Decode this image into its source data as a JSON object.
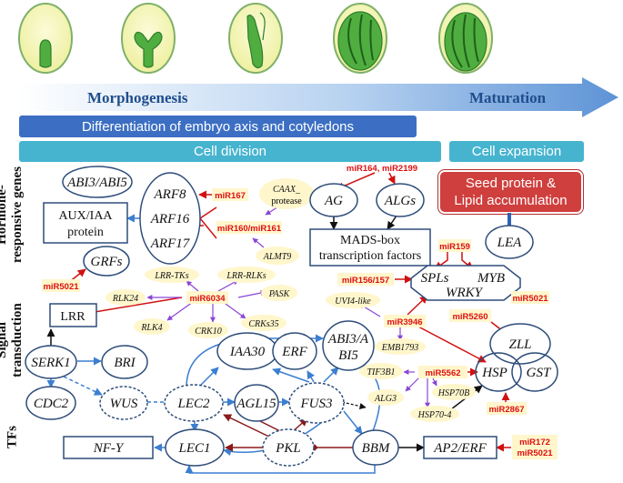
{
  "stages": {
    "morphogenesis": "Morphogenesis",
    "maturation": "Maturation"
  },
  "bars": {
    "differentiation": "Differentiation of embryo axis and cotyledons",
    "cell_division": "Cell division",
    "cell_expansion": "Cell expansion",
    "seed_protein_line1": "Seed protein &",
    "seed_protein_line2": "Lipid accumulation"
  },
  "sections": {
    "hormone_line1": "Hormone-",
    "hormone_line2": "responsive genes",
    "signal_line1": "Signal",
    "signal_line2": "transduction",
    "tfs": "TFs"
  },
  "nodes": {
    "abi3_abi5": "ABI3/ABI5",
    "aux_iaa_line1": "AUX/IAA",
    "aux_iaa_line2": "protein",
    "arf8": "ARF8",
    "arf16": "ARF16",
    "arf17": "ARF17",
    "caax_line1": "CAAX_",
    "caax_line2": "protease",
    "almt9": "ALMT9",
    "ag": "AG",
    "algs": "ALGs",
    "mads_line1": "MADS-box",
    "mads_line2": "transcription factors",
    "lea": "LEA",
    "grfs": "GRFs",
    "lrr": "LRR",
    "lrr_tks": "LRR-TKs",
    "lrr_rlks": "LRR-RLKs",
    "rlk24": "RLK24",
    "pask": "PASK",
    "rlk4": "RLK4",
    "crk10": "CRK10",
    "crks35": "CRKs35",
    "spls": "SPLs",
    "myb": "MYB",
    "wrky": "WRKY",
    "uvi4": "UVI4-like",
    "emb1793": "EMB1793",
    "zll": "ZLL",
    "hsp": "HSP",
    "gst": "GST",
    "tif3b1": "TIF3B1",
    "hsp70b": "HSP70B",
    "alg3": "ALG3",
    "hsp70_4": "HSP70-4",
    "serk1": "SERK1",
    "bri": "BRI",
    "iaa30": "IAA30",
    "erf": "ERF",
    "abi3_bi5_line1": "ABI3/A",
    "abi3_bi5_line2": "BI5",
    "cdc2": "CDC2",
    "wus": "WUS",
    "lec2": "LEC2",
    "agl15": "AGL15",
    "fus3": "FUS3",
    "nfy": "NF-Y",
    "lec1": "LEC1",
    "pkl": "PKL",
    "bbm": "BBM",
    "ap2erf": "AP2/ERF"
  },
  "mirnas": {
    "mir167": "miR167",
    "mir160_161": "miR160/miR161",
    "mir164_2199": "miR164, miR2199",
    "mir159": "miR159",
    "mir156_157": "miR156/157",
    "mir5021_a": "miR5021",
    "mir5021_b": "miR5021",
    "mir6034": "miR6034",
    "mir3946": "miR3946",
    "mir5260": "miR5260",
    "mir5562": "miR5562",
    "mir2867": "miR2867",
    "mir172": "miR172",
    "mir5021_c": "miR5021"
  },
  "colors": {
    "arrow_blue_dark": "#5b8fd0",
    "bar_dark_blue": "#3c6fc4",
    "bar_teal": "#46b4cf",
    "seed_red": "#cf3f3d",
    "node_border": "#2e4d7a",
    "mirna_red": "#d11111",
    "mirna_bg": "#fff6cc",
    "purple_link": "#8a45d6",
    "blue_link": "#3b7fd0",
    "dark_red_link": "#8b1a1a",
    "seed_fill": "#f6f5b8",
    "embryo_green": "#55b94a"
  }
}
